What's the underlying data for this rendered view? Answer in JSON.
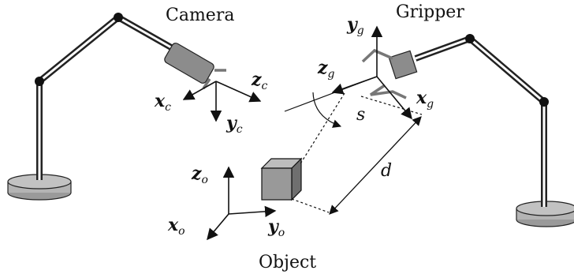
{
  "labels": {
    "camera": "Camera",
    "gripper": "Gripper",
    "object": "Object"
  },
  "axes": {
    "camera": {
      "x_main": "x",
      "x_sub": "c",
      "y_main": "y",
      "y_sub": "c",
      "z_main": "z",
      "z_sub": "c"
    },
    "gripper": {
      "x_main": "x",
      "x_sub": "g",
      "y_main": "y",
      "y_sub": "g",
      "z_main": "z",
      "z_sub": "g"
    },
    "object": {
      "x_main": "x",
      "x_sub": "o",
      "y_main": "y",
      "y_sub": "o",
      "z_main": "z",
      "z_sub": "o"
    }
  },
  "symbols": {
    "distance": "d",
    "rotation": "s"
  }
}
